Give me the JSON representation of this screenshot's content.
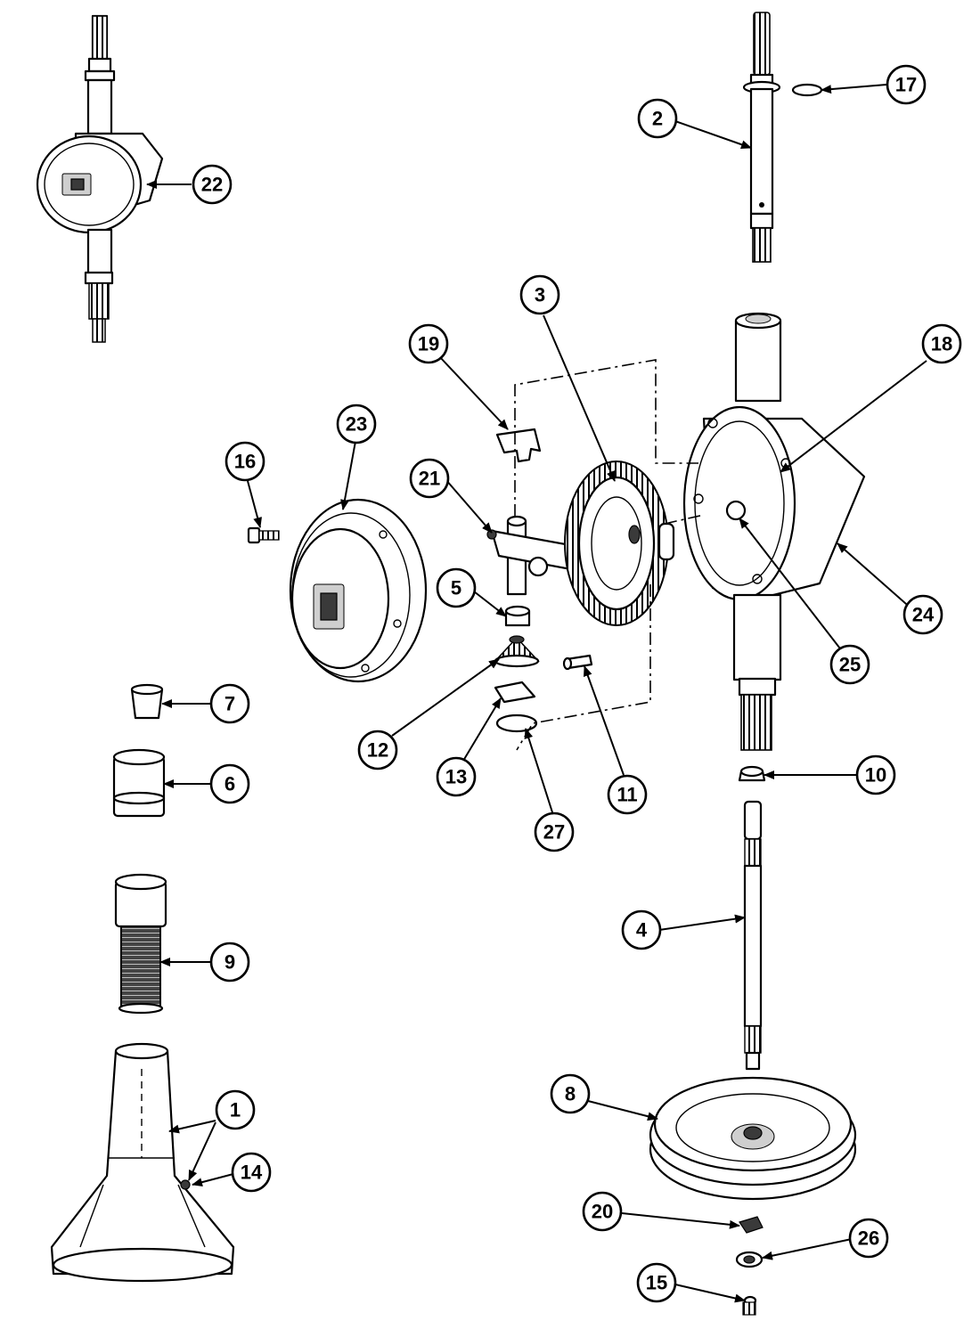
{
  "callouts": {
    "c1": "1",
    "c2": "2",
    "c3": "3",
    "c4": "4",
    "c5": "5",
    "c6": "6",
    "c7": "7",
    "c8": "8",
    "c9": "9",
    "c10": "10",
    "c11": "11",
    "c12": "12",
    "c13": "13",
    "c14": "14",
    "c15": "15",
    "c16": "16",
    "c17": "17",
    "c18": "18",
    "c19": "19",
    "c20": "20",
    "c21": "21",
    "c22": "22",
    "c23": "23",
    "c24": "24",
    "c25": "25",
    "c26": "26",
    "c27": "27"
  },
  "icons": {
    "arrowhead": "arrowhead-icon"
  }
}
